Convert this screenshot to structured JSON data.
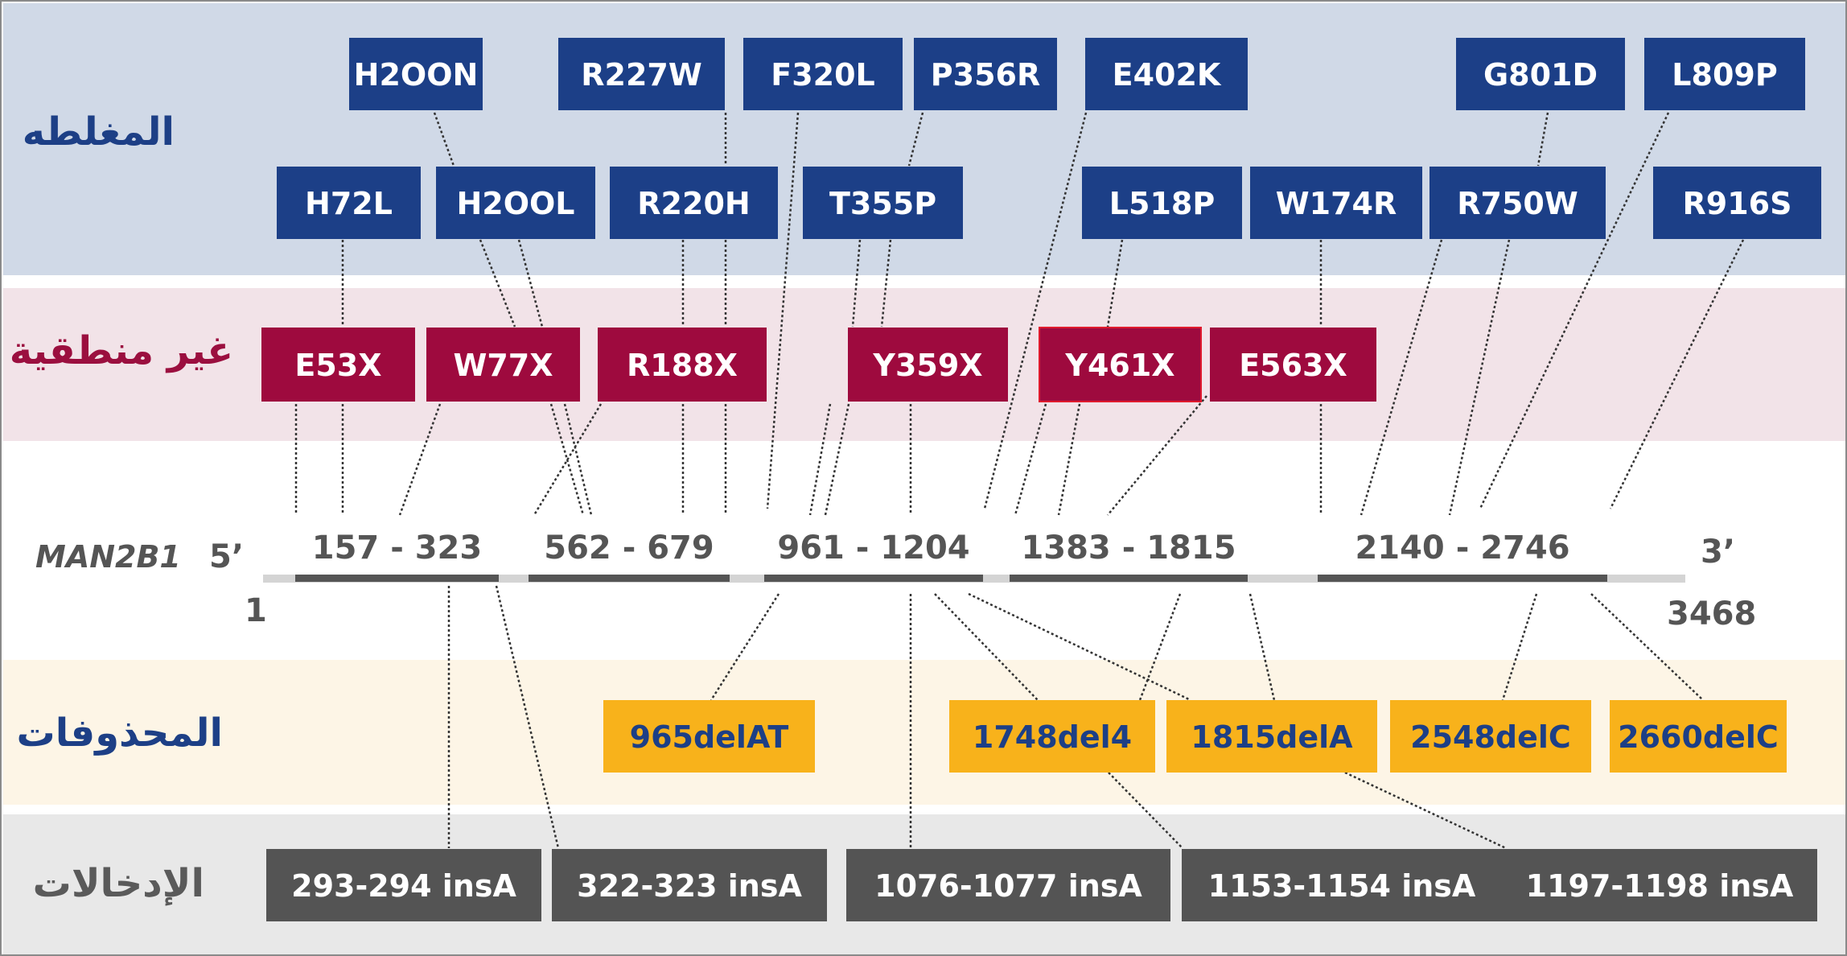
{
  "rows": {
    "missense": {
      "label": "المغلطه",
      "bg": "#d0d9e7",
      "label_color": "#1d3f86"
    },
    "nonsense": {
      "label": "غير منطقية",
      "bg": "#f2e3e8",
      "label_color": "#9b0f3f"
    },
    "deletions": {
      "label": "المحذوفات",
      "bg": "#fdf5e6",
      "label_color": "#1d3f86"
    },
    "insertions": {
      "label": "الإدخالات",
      "bg": "#e8e8e8",
      "label_color": "#5a5a5a"
    }
  },
  "colors": {
    "missense_box": "#1c3f87",
    "nonsense_box": "#9e0a3e",
    "deletion_box": "#f8b21b",
    "deletion_text": "#1d3f86",
    "insertion_box": "#545454",
    "gene_bar": "#d4d4d4",
    "exon": "#555555",
    "connector": "#333333"
  },
  "gene": {
    "name": "MAN2B1",
    "five_prime": "5’",
    "three_prime": "3’",
    "start": "1",
    "end": "3468",
    "exons": [
      "157 - 323",
      "562 - 679",
      "961 - 1204",
      "1383 - 1815",
      "2140 - 2746"
    ]
  },
  "missense_top": [
    "H2OON",
    "R227W",
    "F320L",
    "P356R",
    "E402K",
    "G801D",
    "L809P"
  ],
  "missense_bottom": [
    "H72L",
    "H2OOL",
    "R220H",
    "T355P",
    "L518P",
    "W174R",
    "R750W",
    "R916S"
  ],
  "nonsense": [
    "E53X",
    "W77X",
    "R188X",
    "Y359X",
    "Y461X",
    "E563X"
  ],
  "deletions": [
    "965delAT",
    "1748del4",
    "1815delA",
    "2548delC",
    "2660delC"
  ],
  "insertions": [
    "293-294 insA",
    "322-323 insA",
    "1076-1077 insA",
    "1153-1154 insA",
    "1197-1198 insA"
  ]
}
